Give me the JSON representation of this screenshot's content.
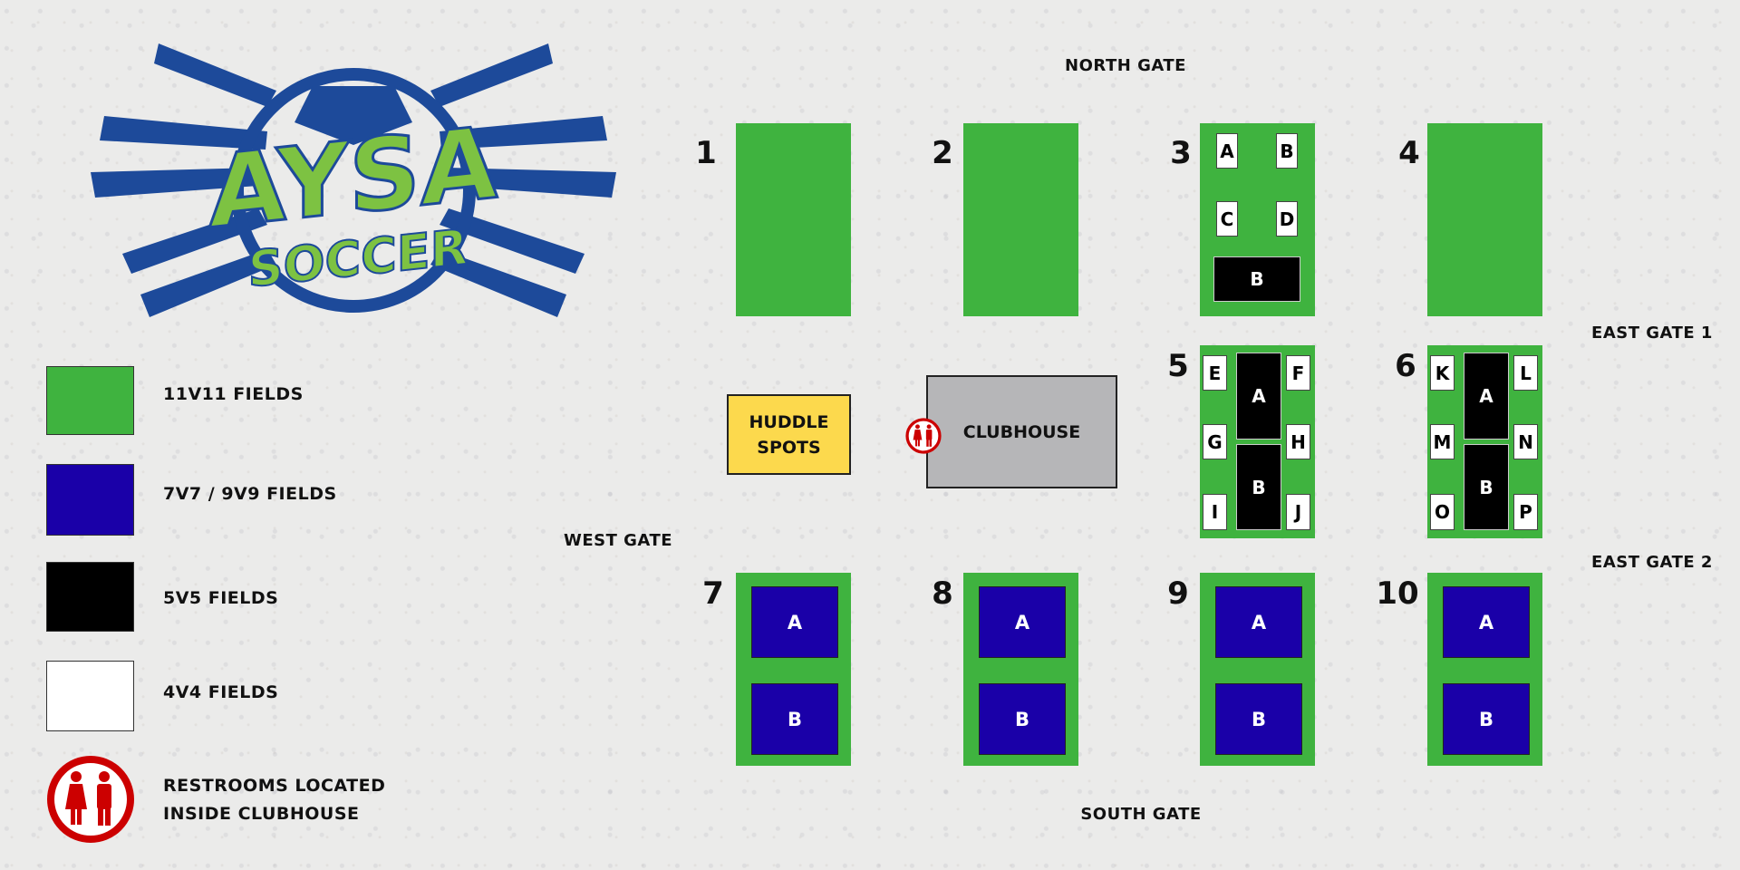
{
  "logo": {
    "line1": "AYSA",
    "line2": "SOCCER"
  },
  "colors": {
    "field_11v11": "#3fb33f",
    "field_7v7_9v9": "#1a00a8",
    "field_5v5": "#000000",
    "field_4v4": "#ffffff",
    "huddle": "#fcd94d",
    "clubhouse": "#b6b6b8",
    "restroom": "#cc0000",
    "logo_blue": "#1d4a9a",
    "logo_green": "#7dc242"
  },
  "legend": [
    {
      "label": "11V11 FIELDS",
      "color": "#3fb33f"
    },
    {
      "label": "7V7 / 9V9 FIELDS",
      "color": "#1a00a8"
    },
    {
      "label": "5V5 FIELDS",
      "color": "#000000"
    },
    {
      "label": "4V4 FIELDS",
      "color": "#ffffff"
    }
  ],
  "restroom_legend": {
    "line1": "RESTROOMS LOCATED",
    "line2": "INSIDE CLUBHOUSE",
    "icon": "restroom-icon"
  },
  "gates": {
    "north": "NORTH  GATE",
    "south": "SOUTH GATE",
    "west": "WEST GATE",
    "east1": "EAST  GATE  1",
    "east2": "EAST  GATE  2"
  },
  "huddle": {
    "line1": "HUDDLE",
    "line2": "SPOTS"
  },
  "clubhouse": {
    "label": "CLUBHOUSE"
  },
  "fields": [
    {
      "number": "1",
      "subfields": []
    },
    {
      "number": "2",
      "subfields": []
    },
    {
      "number": "3",
      "subfields": [
        {
          "label": "A",
          "type": "4v4"
        },
        {
          "label": "B",
          "type": "4v4"
        },
        {
          "label": "C",
          "type": "4v4"
        },
        {
          "label": "D",
          "type": "4v4"
        },
        {
          "label": "B",
          "type": "5v5"
        }
      ]
    },
    {
      "number": "4",
      "subfields": []
    },
    {
      "number": "5",
      "subfields": [
        {
          "label": "E",
          "type": "4v4"
        },
        {
          "label": "F",
          "type": "4v4"
        },
        {
          "label": "G",
          "type": "4v4"
        },
        {
          "label": "H",
          "type": "4v4"
        },
        {
          "label": "I",
          "type": "4v4"
        },
        {
          "label": "J",
          "type": "4v4"
        },
        {
          "label": "A",
          "type": "5v5"
        },
        {
          "label": "B",
          "type": "5v5"
        }
      ]
    },
    {
      "number": "6",
      "subfields": [
        {
          "label": "K",
          "type": "4v4"
        },
        {
          "label": "L",
          "type": "4v4"
        },
        {
          "label": "M",
          "type": "4v4"
        },
        {
          "label": "N",
          "type": "4v4"
        },
        {
          "label": "O",
          "type": "4v4"
        },
        {
          "label": "P",
          "type": "4v4"
        },
        {
          "label": "A",
          "type": "5v5"
        },
        {
          "label": "B",
          "type": "5v5"
        }
      ]
    },
    {
      "number": "7",
      "subfields": [
        {
          "label": "A",
          "type": "7v7"
        },
        {
          "label": "B",
          "type": "7v7"
        }
      ]
    },
    {
      "number": "8",
      "subfields": [
        {
          "label": "A",
          "type": "7v7"
        },
        {
          "label": "B",
          "type": "7v7"
        }
      ]
    },
    {
      "number": "9",
      "subfields": [
        {
          "label": "A",
          "type": "7v7"
        },
        {
          "label": "B",
          "type": "7v7"
        }
      ]
    },
    {
      "number": "10",
      "subfields": [
        {
          "label": "A",
          "type": "7v7"
        },
        {
          "label": "B",
          "type": "7v7"
        }
      ]
    }
  ]
}
